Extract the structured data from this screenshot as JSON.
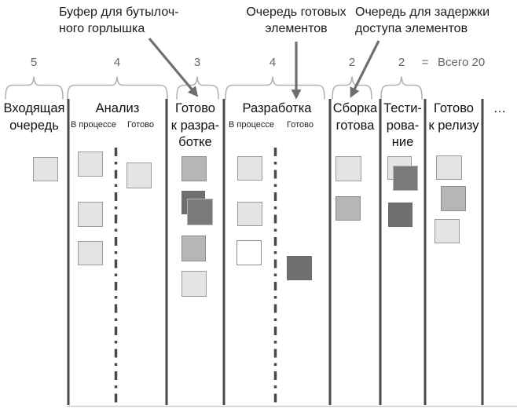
{
  "callouts": [
    {
      "id": "bottleneck-buffer",
      "line1": "Буфер для бутылоч-",
      "line2": "ного горлышка"
    },
    {
      "id": "ready-items-queue",
      "line1": "Очередь готовых",
      "line2": "элементов"
    },
    {
      "id": "delayed-access-queue",
      "line1": "Очередь для задержки",
      "line2": "доступа элементов"
    }
  ],
  "wip": {
    "v1": "5",
    "v2": "4",
    "v3": "3",
    "v4": "4",
    "v5": "2",
    "v6": "2",
    "equals": "=",
    "total": "Всего 20"
  },
  "columns": [
    {
      "l1": "Входящая",
      "l2": "очередь"
    },
    {
      "l1": "Анализ",
      "sub1": "В процессе",
      "sub2": "Готово"
    },
    {
      "l1": "Готово",
      "l2": "к разра-",
      "l3": "ботке"
    },
    {
      "l1": "Разработка",
      "sub1": "В процессе",
      "sub2": "Готово"
    },
    {
      "l1": "Сборка",
      "l2": "готова"
    },
    {
      "l1": "Тести-",
      "l2": "рова-",
      "l3": "ние"
    },
    {
      "l1": "Готово",
      "l2": "к релизу"
    },
    {
      "l1": "…"
    }
  ],
  "cards_by_column": [
    {
      "column": "Входящая очередь",
      "cards": [
        "light"
      ]
    },
    {
      "column": "Анализ / В процессе",
      "cards": [
        "light",
        "light",
        "light"
      ]
    },
    {
      "column": "Анализ / Готово",
      "cards": [
        "light"
      ]
    },
    {
      "column": "Готово к разработке",
      "cards": [
        "medium",
        "dark",
        "dark",
        "medium",
        "light"
      ]
    },
    {
      "column": "Разработка / В процессе",
      "cards": [
        "light",
        "light",
        "white"
      ]
    },
    {
      "column": "Разработка / Готово",
      "cards": [
        "dark"
      ]
    },
    {
      "column": "Сборка готова",
      "cards": [
        "light",
        "medium"
      ]
    },
    {
      "column": "Тестирование",
      "cards": [
        "light",
        "dark",
        "dark"
      ]
    },
    {
      "column": "Готово к релизу",
      "cards": [
        "light",
        "medium",
        "light"
      ]
    }
  ],
  "colors": {
    "card_light": "#e4e4e4",
    "card_medium": "#b6b6b6",
    "card_dark": "#6f6f6f",
    "card_white": "#ffffff",
    "card_border": "#9a9a9a",
    "divider": "#4a4a4a",
    "brace": "#b2b2b2",
    "arrow": "#6f6f6f",
    "label_text": "#1c1c1c",
    "number_text": "#666666"
  }
}
